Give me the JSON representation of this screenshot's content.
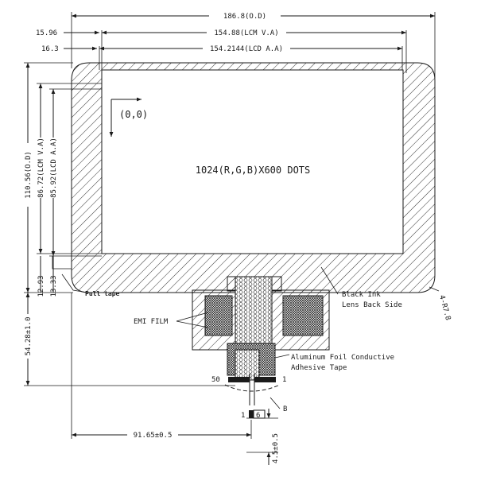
{
  "dimensions": {
    "outline_width": "186.8(O.D)",
    "lcm_va_width": "154.88(LCM V.A)",
    "lcd_aa_width": "154.2144(LCD A.A)",
    "left_offset_va": "15.96",
    "left_offset_aa": "16.3",
    "outline_height": "110.56(O.D)",
    "lcm_va_height": "86.72(LCM V.A)",
    "lcd_aa_height": "85.92(LCD A.A)",
    "bottom_offset_aa": "12.93",
    "bottom_offset_va": "13.33",
    "fpc_length": "54.28±1.0",
    "fpc_x_position": "91.65±0.5",
    "fpc_tail": "4.5±0.5",
    "corner_radius": "4-R7.8"
  },
  "labels": {
    "origin": "(0,0)",
    "resolution": "1024(R,G,B)X600  DOTS",
    "pull_tape": "Pull tape",
    "emi_film": "EMI FILM",
    "black_ink_line1": "Black Ink",
    "black_ink_line2": "Lens Back Side",
    "aluminum_line1": "Aluminum Foil Conductive",
    "aluminum_line2": "Adhesive Tape",
    "pin_50": "50",
    "pin_1_right": "1",
    "pin_1_detail": "1",
    "pin_6": "6",
    "detail_b": "B"
  }
}
